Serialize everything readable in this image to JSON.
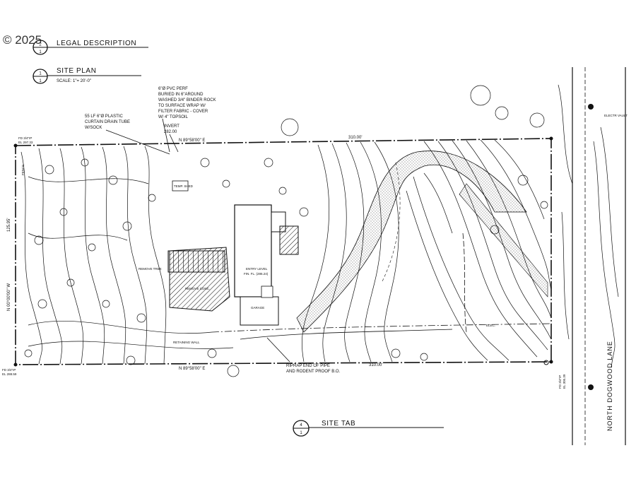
{
  "watermark": "© 2025",
  "legal_description": {
    "number": "2",
    "sheet": "1",
    "title": "LEGAL DESCRIPTION"
  },
  "site_plan": {
    "number": "1",
    "sheet": "1",
    "title": "SITE PLAN",
    "scale": "SCALE: 1\"= 20'-0\""
  },
  "site_tab": {
    "number": "4",
    "sheet": "1",
    "title": "SITE TAB"
  },
  "road_label": "NORTH DOGWOOD LANE",
  "notes": {
    "pvc_perf": [
      "6\"Ø PVC PERF",
      "BURIED IN 6\"AROUND",
      "WASHED 3/4\" BINDER ROCK",
      "TO SURFACE WRAP W/",
      "FILTER FABRIC - COVER",
      "W/ 4\" TOPSOIL"
    ],
    "drain": [
      "55 LF 6\"Ø PLASTIC",
      "CURTAIN DRAIN TUBE",
      "W/SOCK"
    ],
    "invert": [
      "INVERT",
      "282.00"
    ],
    "riprap": [
      "RIPRAP END OF PIPE",
      "AND RODENT PROOF B.O."
    ]
  },
  "bearings": {
    "north": "N 89°58'00\" E",
    "south": "N 89°58'00\" E",
    "west": "N 00°00'00\" W"
  },
  "dimensions": {
    "north": "310.00'",
    "south": "310.00'",
    "west": "125.95'"
  },
  "plan_labels": {
    "temp_shed": "TEMP. SHED",
    "entry_level": "ENTRY LEVEL",
    "fin_fl": "FIN. FL. (286.24)",
    "garage": "GARAGE",
    "retaining_wall": "RETAINING WALL",
    "remove_conc": "REMOVE CONC.",
    "remove_tree": "REMOVE TREE",
    "fence": "FENCE",
    "elec": "ELEC.",
    "elec_vault": "ELECTR VAULT",
    "fd_nw": [
      "FD 3/4\"IP",
      "EL 297.33"
    ],
    "fd_sw": [
      "FD 3/4\"IP",
      "EL 288.59"
    ],
    "fd_se": [
      "FD 3/4\"IP",
      "EL 305.39"
    ]
  }
}
